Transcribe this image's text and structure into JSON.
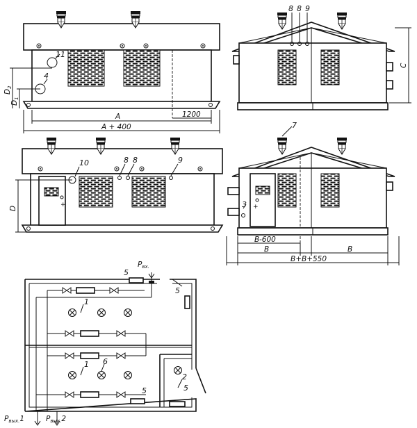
{
  "drawing": {
    "view_top_left": {
      "callouts": [
        "11",
        "4"
      ],
      "dims": {
        "d2": "D",
        "d2_sub": "2",
        "d1": "D",
        "d1_sub": "1",
        "a": "A",
        "a1200": "1200",
        "a400": "A + 400"
      }
    },
    "view_top_right": {
      "callouts": [
        "8",
        "8",
        "9"
      ],
      "dims": {
        "c": "C"
      }
    },
    "view_mid_left": {
      "callouts": [
        "10",
        "8",
        "8",
        "9"
      ],
      "dims": {
        "d": "D"
      }
    },
    "view_mid_right": {
      "callouts": [
        "7",
        "3"
      ],
      "dims": {
        "b600": "B-600",
        "b1": "B",
        "b2": "B",
        "bb550": "B+B+550"
      }
    },
    "plan": {
      "callouts": [
        "5",
        "5",
        "1",
        "1",
        "6",
        "2",
        "5",
        "5"
      ],
      "p_in": "P",
      "p_in_sub": "вх.",
      "p_out1": "P",
      "p_out1_sub": "вых.",
      "p_out1_num": "1",
      "p_out2": "P",
      "p_out2_sub": "вых.",
      "p_out2_num": "2"
    }
  }
}
